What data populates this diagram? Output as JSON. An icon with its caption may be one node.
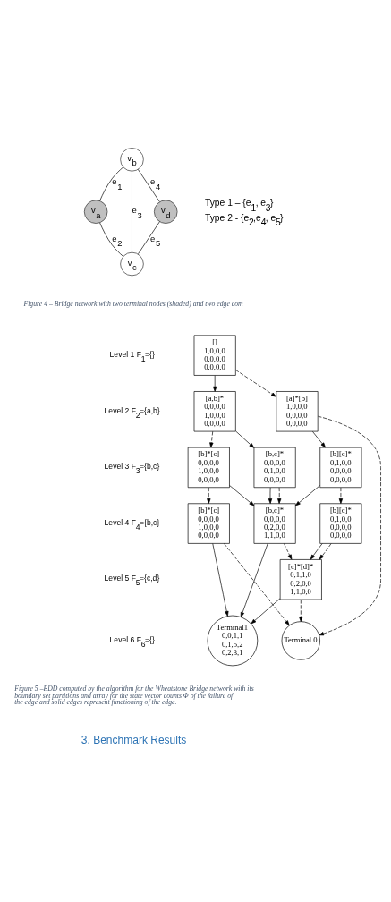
{
  "diagram": {
    "nodes": [
      {
        "text": [
          "v$_{a}$"
        ]
      },
      {
        "text": [
          "v$_{b}$"
        ]
      },
      {
        "text": [
          "v$_{c}$"
        ]
      },
      {
        "text": [
          "v$_{d}$"
        ]
      },
      {
        "text": [
          "[]",
          "1,0,0,0",
          "0,0,0,0",
          "0,0,0,0"
        ]
      },
      {
        "text": [
          "[a,b]*",
          "0,0,0,0",
          "1,0,0,0",
          "0,0,0,0"
        ]
      },
      {
        "text": [
          "[a]*[b]",
          "1,0,0,0",
          "0,0,0,0",
          "0,0,0,0"
        ]
      },
      {
        "text": [
          "[b]*[c]",
          "0,0,0,0",
          "1,0,0,0",
          "0,0,0,0"
        ]
      },
      {
        "text": [
          "[b,c]*",
          "0,0,0,0",
          "0,1,0,0",
          "0,0,0,0"
        ]
      },
      {
        "text": [
          "[b][c]*",
          "0,1,0,0",
          "0,0,0,0",
          "0,0,0,0"
        ]
      },
      {
        "text": [
          "[b]*[c]",
          "0,0,0,0",
          "1,0,0,0",
          "0,0,0,0"
        ]
      },
      {
        "text": [
          "[b,c]*",
          "0,0,0,0",
          "0,2,0,0",
          "1,1,0,0"
        ]
      },
      {
        "text": [
          "[b][c]*",
          "0,1,0,0",
          "0,0,0,0",
          "0,0,0,0"
        ]
      },
      {
        "text": [
          "[c]*[d]*",
          "0,1,1,0",
          "0,2,0,0",
          "1,1,0,0"
        ]
      },
      {
        "text": [
          "Terminal1",
          "0,0,1,1",
          "0,1,5,2",
          "0,2,3,1"
        ]
      },
      {
        "text": [
          "Terminal 0"
        ]
      }
    ],
    "edges": [
      {
        "from": 0,
        "to": 1,
        "arrow": "none",
        "label": "e$_{1}$"
      },
      {
        "from": 0,
        "to": 2,
        "arrow": "none",
        "label": "e$_{2}$"
      },
      {
        "from": 1,
        "to": 2,
        "arrow": "none",
        "label": "e$_{3}$"
      },
      {
        "from": 1,
        "to": 3,
        "arrow": "none",
        "label": "e$_{4}$"
      },
      {
        "from": 2,
        "to": 3,
        "arrow": "none",
        "label": "e$_{5}$"
      },
      {
        "from": 4,
        "to": 5,
        "arrow": "to"
      },
      {
        "from": 4,
        "to": 6,
        "arrow": "to",
        "style": "dashed"
      },
      {
        "from": 5,
        "to": 7,
        "arrow": "to",
        "style": "dashed"
      },
      {
        "from": 5,
        "to": 8,
        "arrow": "to"
      },
      {
        "from": 6,
        "to": 9,
        "arrow": "to"
      },
      {
        "from": 6,
        "to": 15,
        "arrow": "to",
        "style": "dashed"
      },
      {
        "from": 7,
        "to": 10,
        "arrow": "to",
        "style": "dashed"
      },
      {
        "from": 7,
        "to": 11,
        "arrow": "to"
      },
      {
        "from": 8,
        "to": 11,
        "arrow": "to"
      },
      {
        "from": 8,
        "to": 11,
        "arrow": "to",
        "style": "dashed"
      },
      {
        "from": 9,
        "to": 11,
        "arrow": "to"
      },
      {
        "from": 9,
        "to": 12,
        "arrow": "to",
        "style": "dashed"
      },
      {
        "from": 10,
        "to": 14,
        "arrow": "to"
      },
      {
        "from": 10,
        "to": 15,
        "arrow": "to",
        "style": "dashed"
      },
      {
        "from": 11,
        "to": 14,
        "arrow": "to"
      },
      {
        "from": 11,
        "to": 13,
        "arrow": "to",
        "style": "dashed"
      },
      {
        "from": 12,
        "to": 13,
        "arrow": "to"
      },
      {
        "from": 12,
        "to": 13,
        "arrow": "to",
        "style": "dashed"
      },
      {
        "from": 13,
        "to": 14,
        "arrow": "to"
      },
      {
        "from": 13,
        "to": 15,
        "arrow": "to",
        "style": "dashed"
      }
    ],
    "labels": [
      "Type 1 – {e$_{1}$, e$_{3}$}",
      "Type 2 - {e$_{2}$,e$_{4}$, e$_{5}$}",
      "Figure 4 – Bridge network with two terminal nodes (shaded) and two edge com",
      "Level 1 F$_{1}$={}",
      "Level 2 F$_{2}$={a,b}",
      "Level 3 F$_{3}$={b,c}",
      "Level 4 F$_{4}$={b,c}",
      "Level 5 F$_{5}$={c,d}",
      "Level 6 F$_{6}$={}",
      "Figure 5 –BDD computed by the algorithm for the Wheatstone Bridge network with its boundary set partitions and array for the state vector counts Φ̄ of the failure of the edge and solid edges represent functioning of the edge.",
      "3. Benchmark Results"
    ]
  }
}
